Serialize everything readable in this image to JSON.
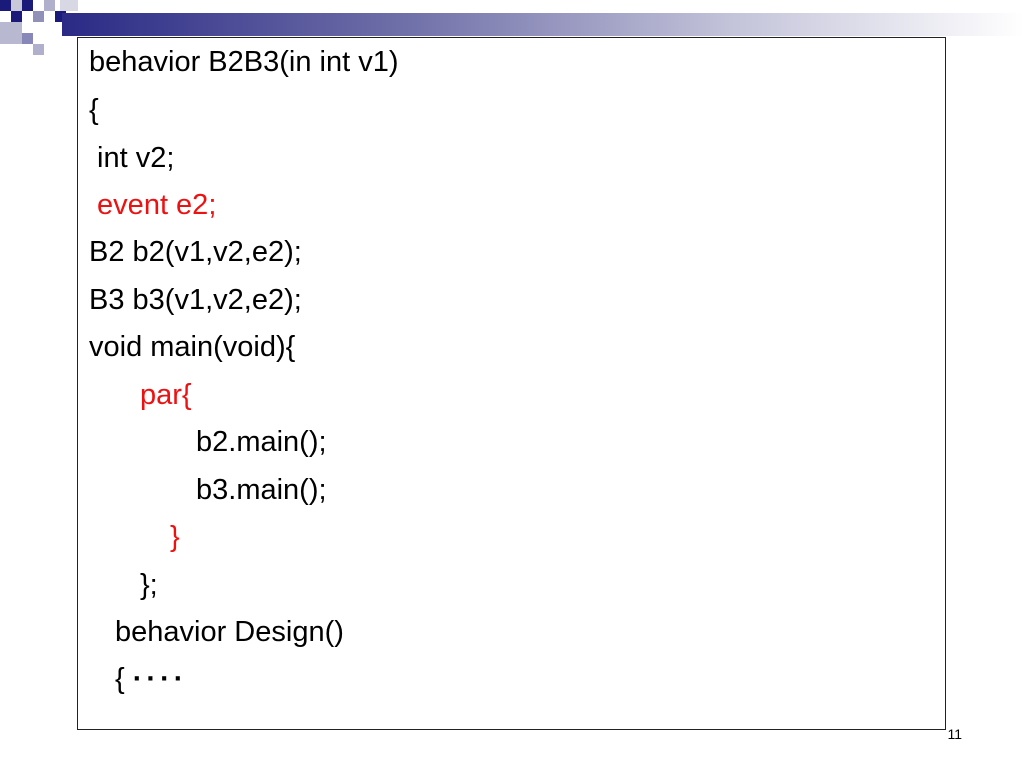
{
  "slide": {
    "code_lines": [
      {
        "text": "behavior B2B3(in int v1)",
        "color": "#000000"
      },
      {
        "text": "{",
        "color": "#000000"
      },
      {
        "text": " int v2;",
        "color": "#000000"
      },
      {
        "text": " event e2;",
        "color": "#ee1111"
      },
      {
        "text": "B2 b2(v1,v2,e2);",
        "color": "#000000"
      },
      {
        "text": "B3 b3(v1,v2,e2);",
        "color": "#000000"
      },
      {
        "text": "void main(void){",
        "color": "#000000"
      },
      {
        "text": "par{",
        "color": "#ee1111"
      },
      {
        "text": "b2.main();",
        "color": "#000000"
      },
      {
        "text": "b3.main();",
        "color": "#000000"
      },
      {
        "text": "}",
        "color": "#ee1111"
      },
      {
        "text": "};",
        "color": "#000000"
      },
      {
        "text": "behavior Design()",
        "color": "#000000"
      },
      {
        "text": "{ ",
        "color": "#000000"
      }
    ],
    "trailing_dots": "····",
    "page_number": "11"
  },
  "colors": {
    "accent_navy": "#1a1a7a",
    "highlight_red": "#ee1111"
  }
}
